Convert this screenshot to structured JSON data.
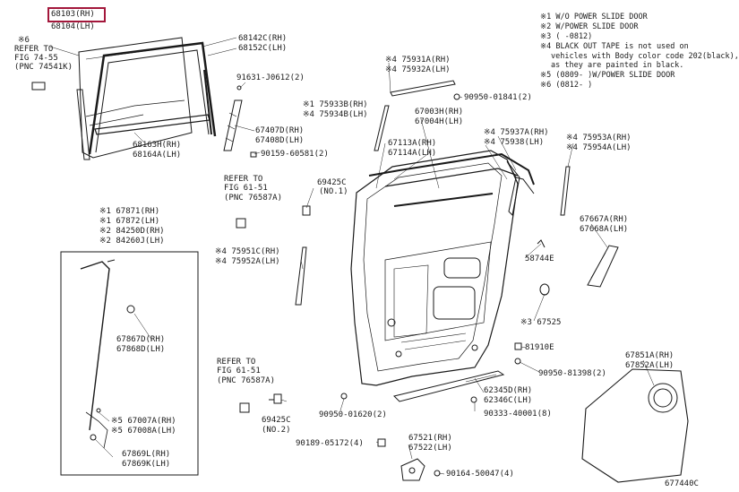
{
  "diagram_id": "677440C",
  "highlight_color": "#a3173b",
  "notes": [
    "※1 W/O POWER SLIDE DOOR",
    "※2 W/POWER SLIDE DOOR",
    "※3 (      -0812)",
    "※4 BLACK OUT TAPE is not used on",
    "vehicles with Body color code 202(black),",
    "as they are painted in black.",
    "※5 (0809-       )W/POWER SLIDE DOOR",
    "※6 (0812-       )"
  ],
  "labels": {
    "p68103_rh": "68103(RH)",
    "p68104_lh": "68104(LH)",
    "ref1_a": "※6",
    "ref1_b": "REFER TO",
    "ref1_c": "FIG 74-55",
    "ref1_d": "(PNC 74541K)",
    "p68142c": "68142C(RH)",
    "p68152c": "68152C(LH)",
    "p91631": "91631-J0612(2)",
    "p75933b": "※1 75933B(RH)",
    "p75934b": "※4 75934B(LH)",
    "p67407d": "67407D(RH)",
    "p67408d": "67408D(LH)",
    "p90159": "90159-60581(2)",
    "p68163h": "68163H(RH)",
    "p68164a": "68164A(LH)",
    "p75931a": "※4 75931A(RH)",
    "p75932a": "※4 75932A(LH)",
    "p90950_01841": "90950-01841(2)",
    "p67003h": "67003H(RH)",
    "p67004h": "67004H(LH)",
    "p67113a": "67113A(RH)",
    "p67114a": "67114A(LH)",
    "p75937a": "※4 75937A(RH)",
    "p75938": "※4 75938(LH)",
    "p75953a": "※4 75953A(RH)",
    "p75954a": "※4 75954A(LH)",
    "ref2_a": "REFER TO",
    "ref2_b": "FIG 61-51",
    "ref2_c": "(PNC 76587A)",
    "p69425c_1": "69425C",
    "p69425c_1n": "(NO.1)",
    "p67871": "※1 67871(RH)",
    "p67872": "※1 67872(LH)",
    "p84250d": "※2 84250D(RH)",
    "p84260j": "※2 84260J(LH)",
    "p75951c": "※4 75951C(RH)",
    "p75952a": "※4 75952A(LH)",
    "p58744e": "58744E",
    "p67667a": "67667A(RH)",
    "p67668a": "67668A(LH)",
    "p67867d": "67867D(RH)",
    "p67868d": "67868D(LH)",
    "p67525": "※3 67525",
    "p81910e": "81910E",
    "p90950_81398": "90950-81398(2)",
    "p67851a": "67851A(RH)",
    "p67852a": "67852A(LH)",
    "ref3_a": "REFER TO",
    "ref3_b": "FIG 61-51",
    "ref3_c": "(PNC 76587A)",
    "p62345d": "62345D(RH)",
    "p62346c": "62346C(LH)",
    "p90950_01620": "90950-01620(2)",
    "p90333": "90333-40001(8)",
    "p67007a": "※5 67007A(RH)",
    "p67008a": "※5 67008A(LH)",
    "p69425c_2": "69425C",
    "p69425c_2n": "(NO.2)",
    "p67869l": "67869L(RH)",
    "p67869k": "67869K(LH)",
    "p90189": "90189-05172(4)",
    "p67521": "67521(RH)",
    "p67522": "67522(LH)",
    "p90164": "90164-50047(4)"
  }
}
